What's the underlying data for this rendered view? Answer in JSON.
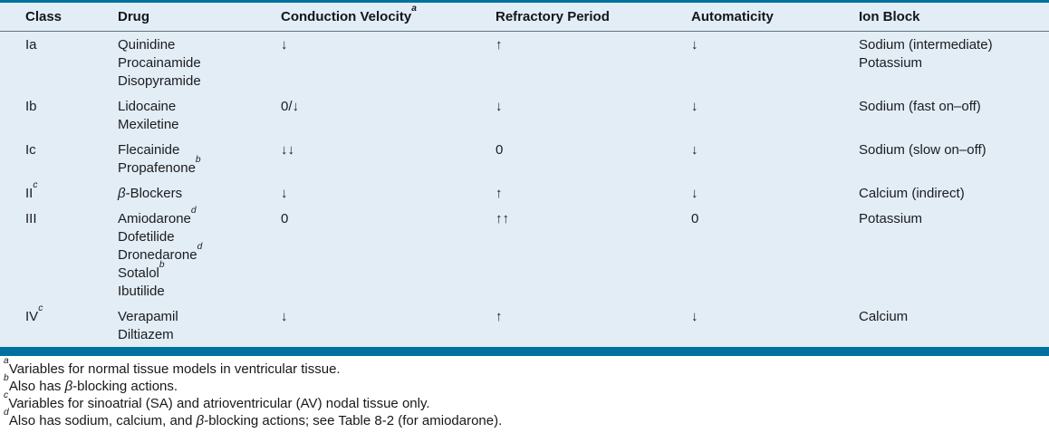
{
  "table": {
    "columns": [
      {
        "key": "class",
        "label": "Class"
      },
      {
        "key": "drug",
        "label": "Drug"
      },
      {
        "key": "conduction-velocity",
        "label": "Conduction Velocity^a"
      },
      {
        "key": "refractory-period",
        "label": "Refractory Period"
      },
      {
        "key": "automaticity",
        "label": "Automaticity"
      },
      {
        "key": "ion-block",
        "label": "Ion Block"
      }
    ],
    "rows": [
      {
        "class": "Ia",
        "drugs": [
          "Quinidine",
          "Procainamide",
          "Disopyramide"
        ],
        "conduction": "↓",
        "refractory": "↑",
        "automaticity": "↓",
        "ion_block": [
          "Sodium (intermediate)",
          "Potassium"
        ]
      },
      {
        "class": "Ib",
        "drugs": [
          "Lidocaine",
          "Mexiletine"
        ],
        "conduction": "0/↓",
        "refractory": "↓",
        "automaticity": "↓",
        "ion_block": [
          "Sodium (fast on–off)"
        ]
      },
      {
        "class": "Ic",
        "drugs": [
          "Flecainide",
          "Propafenone^b"
        ],
        "conduction": "↓↓",
        "refractory": "0",
        "automaticity": "↓",
        "ion_block": [
          "Sodium (slow on–off)"
        ]
      },
      {
        "class": "II^c",
        "drugs": [
          "β-Blockers"
        ],
        "conduction": "↓",
        "refractory": "↑",
        "automaticity": "↓",
        "ion_block": [
          "Calcium (indirect)"
        ]
      },
      {
        "class": "III",
        "drugs": [
          "Amiodarone^d",
          "Dofetilide",
          "Dronedarone^d",
          "Sotalol^b",
          "Ibutilide"
        ],
        "conduction": "0",
        "refractory": "↑↑",
        "automaticity": "0",
        "ion_block": [
          "Potassium"
        ]
      },
      {
        "class": "IV^c",
        "drugs": [
          "Verapamil",
          "Diltiazem"
        ],
        "conduction": "↓",
        "refractory": "↑",
        "automaticity": "↓",
        "ion_block": [
          "Calcium"
        ]
      }
    ]
  },
  "footnotes": [
    "^aVariables for normal tissue models in ventricular tissue.",
    "^bAlso has β-blocking actions.",
    "^cVariables for sinoatrial (SA) and atrioventricular (AV) nodal tissue only.",
    "^dAlso has sodium, calcium, and β-blocking actions; see Table 8-2 (for amiodarone)."
  ],
  "colors": {
    "accent_teal": "#00719f",
    "table_background": "#e2edf5",
    "header_rule": "#64747f",
    "text": "#1b1c20"
  }
}
